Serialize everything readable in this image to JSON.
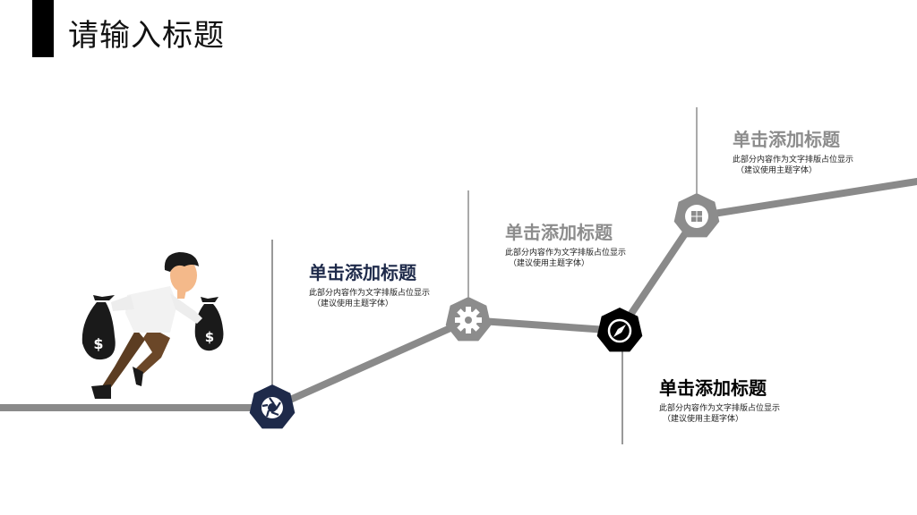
{
  "page": {
    "title": "请输入标题"
  },
  "steps": [
    {
      "heading": "单击添加标题",
      "desc": "此部分内容作为文字排版占位显示",
      "note": "（建议使用主题字体）",
      "icon": "camera-shutter-icon",
      "color": "#1e2a4a"
    },
    {
      "heading": "单击添加标题",
      "desc": "此部分内容作为文字排版占位显示",
      "note": "（建议使用主题字体）",
      "icon": "gear-icon",
      "color": "#8c8c8c"
    },
    {
      "heading": "单击添加标题",
      "desc": "此部分内容作为文字排版占位显示",
      "note": "（建议使用主题字体）",
      "icon": "compass-icon",
      "color": "#000000"
    },
    {
      "heading": "单击添加标题",
      "desc": "此部分内容作为文字排版占位显示",
      "note": "（建议使用主题字体）",
      "icon": "windows-icon",
      "color": "#8c8c8c"
    }
  ],
  "colors": {
    "line": "#8a8a8a",
    "navy": "#1e2a4a",
    "gray": "#8c8c8c",
    "black": "#000000"
  },
  "illustration": {
    "name": "businessman-running-with-money-bags",
    "symbol": "$"
  }
}
